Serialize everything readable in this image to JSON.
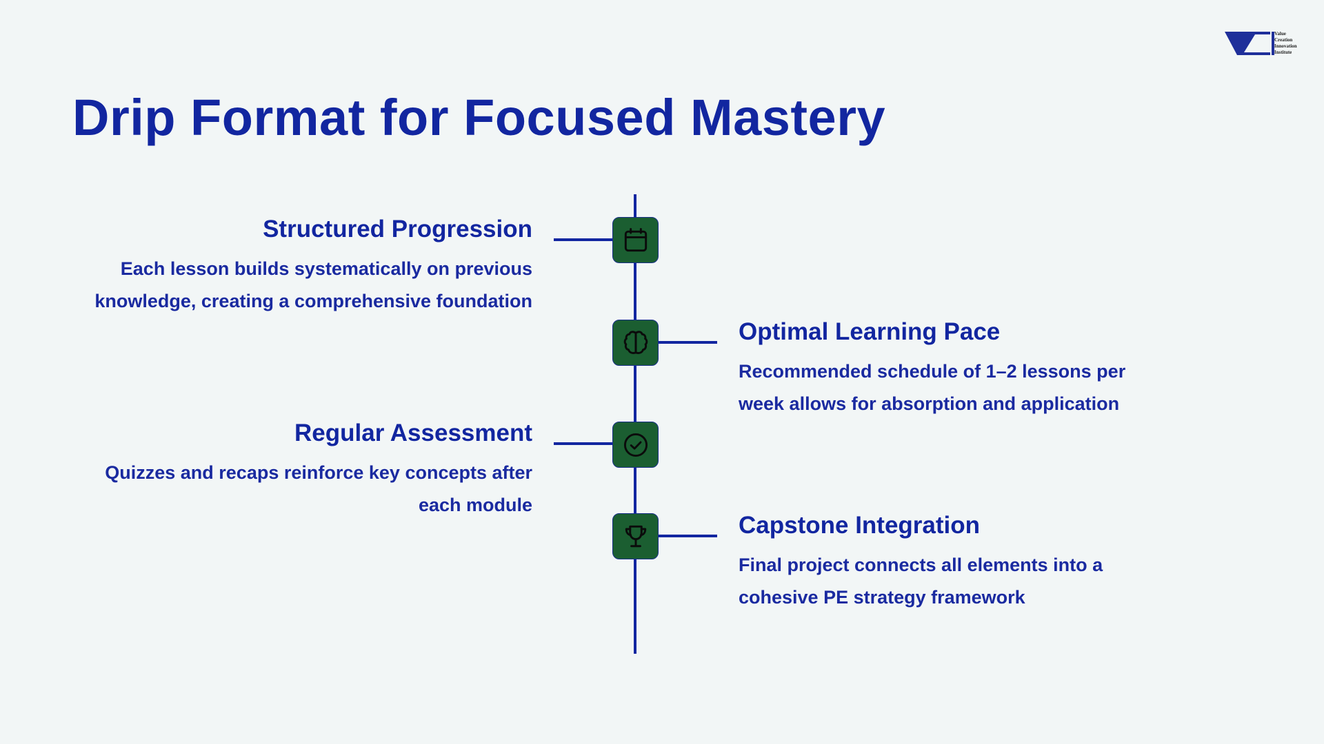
{
  "title": "Drip Format for Focused Mastery",
  "logo": {
    "name": "vci-logo",
    "lines": [
      "Value",
      "Creation",
      "Innovation",
      "Institute"
    ]
  },
  "colors": {
    "accent": "#1226a0",
    "node_fill": "#1b5e31",
    "background": "#f2f6f6"
  },
  "timeline": [
    {
      "side": "left",
      "icon": "calendar-icon",
      "heading": "Structured Progression",
      "body": "Each lesson builds systematically on previous knowledge, creating a comprehensive foundation"
    },
    {
      "side": "right",
      "icon": "brain-icon",
      "heading": "Optimal Learning Pace",
      "body": "Recommended schedule of 1–2 lessons per week allows for absorption and application"
    },
    {
      "side": "left",
      "icon": "check-circle-icon",
      "heading": "Regular Assessment",
      "body": "Quizzes and recaps reinforce key concepts after each module"
    },
    {
      "side": "right",
      "icon": "trophy-icon",
      "heading": "Capstone Integration",
      "body": "Final project connects all elements into a cohesive PE strategy framework"
    }
  ]
}
